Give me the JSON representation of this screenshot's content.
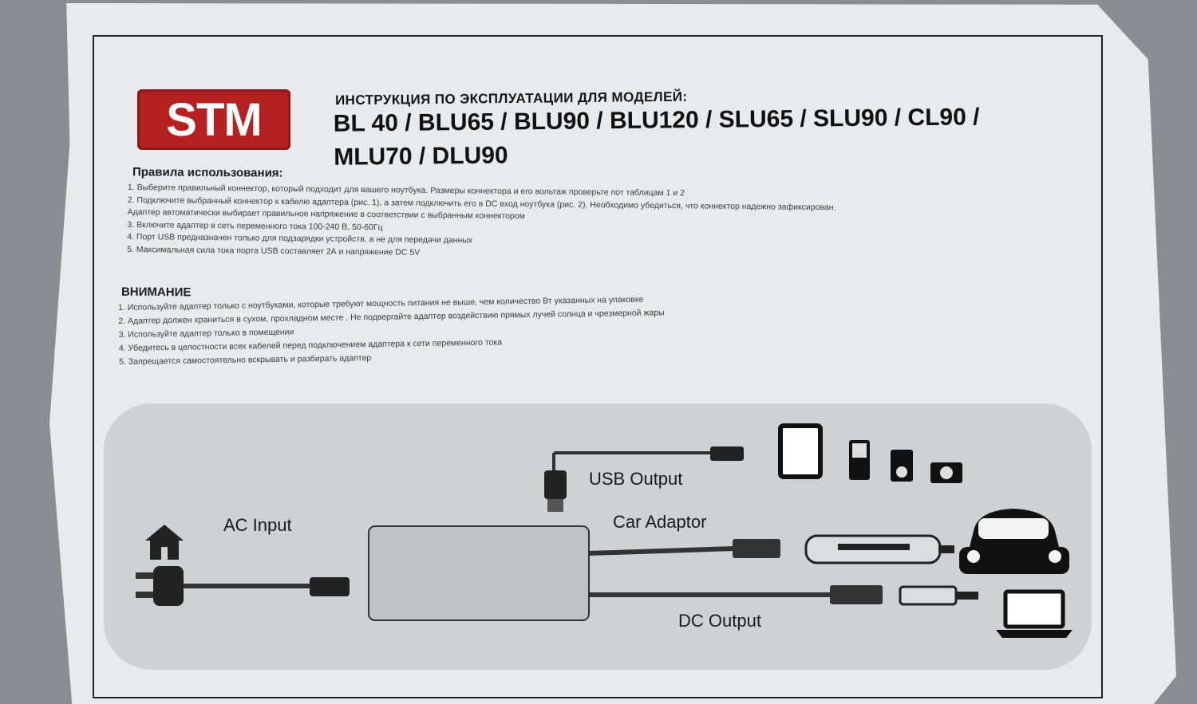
{
  "brand": {
    "logo_text": "STM",
    "logo_color": "#b52121"
  },
  "header": {
    "subtitle": "ИНСТРУКЦИЯ ПО ЭКСПЛУАТАЦИИ ДЛЯ МОДЕЛЕЙ:",
    "models_line1": "BL 40 / BLU65 / BLU90 / BLU120 / SLU65 / SLU90 / CL90 /",
    "models_line2": "MLU70 / DLU90"
  },
  "rules": {
    "title": "Правила использования:",
    "items": [
      "1. Выберите правильный коннектор, который подходит для вашего ноутбука. Размеры коннектора и его вольтаж проверьте пот таблицам 1 и 2",
      "2. Подключите выбранный коннектор к кабелю адаптера (рис. 1), а затем подключить его в DC вход ноутбука (рис. 2). Необходимо убедиться, что коннектор надежно зафиксирован.",
      "Адаптер автоматически выбирает правильное напряжение в соответствии с выбранным коннектором",
      "3. Включите адаптер в сеть переменного тока 100-240 В, 50-60Гц",
      "4. Порт USB предназначен только для подзарядки устройств, а не для передачи данных",
      "5. Максимальная сила тока порта USB составляет 2А и напряжение DC 5V"
    ]
  },
  "warning": {
    "title": "ВНИМАНИЕ",
    "items": [
      "1. Используйте адаптер только с ноутбуками, которые требуют мощность питания не выше, чем количество Вт указанных на упаковке",
      "2. Адаптер должен храниться в сухом, прохладном месте . Не подвергайте адаптер воздействию прямых лучей солнца и чрезмерной жары",
      "3. Используйте адаптер только в помещении",
      "4. Убедитесь в целостности всех кабелей перед подключением адаптера к сети переменного тока",
      "5. Запрещается самостоятельно вскрывать и разбирать адаптер"
    ]
  },
  "diagram": {
    "usb_output": "USB Output",
    "ac_input": "AC Input",
    "car_adaptor": "Car Adaptor",
    "dc_output": "DC Output",
    "icons": [
      "house-icon",
      "plug-icon",
      "adapter-brick-icon",
      "usb-plug-icon",
      "tablet-icon",
      "phone-icon",
      "mp3-player-icon",
      "camera-icon",
      "car-icon",
      "car-plug-icon",
      "laptop-icon",
      "dc-connector-icon"
    ]
  }
}
